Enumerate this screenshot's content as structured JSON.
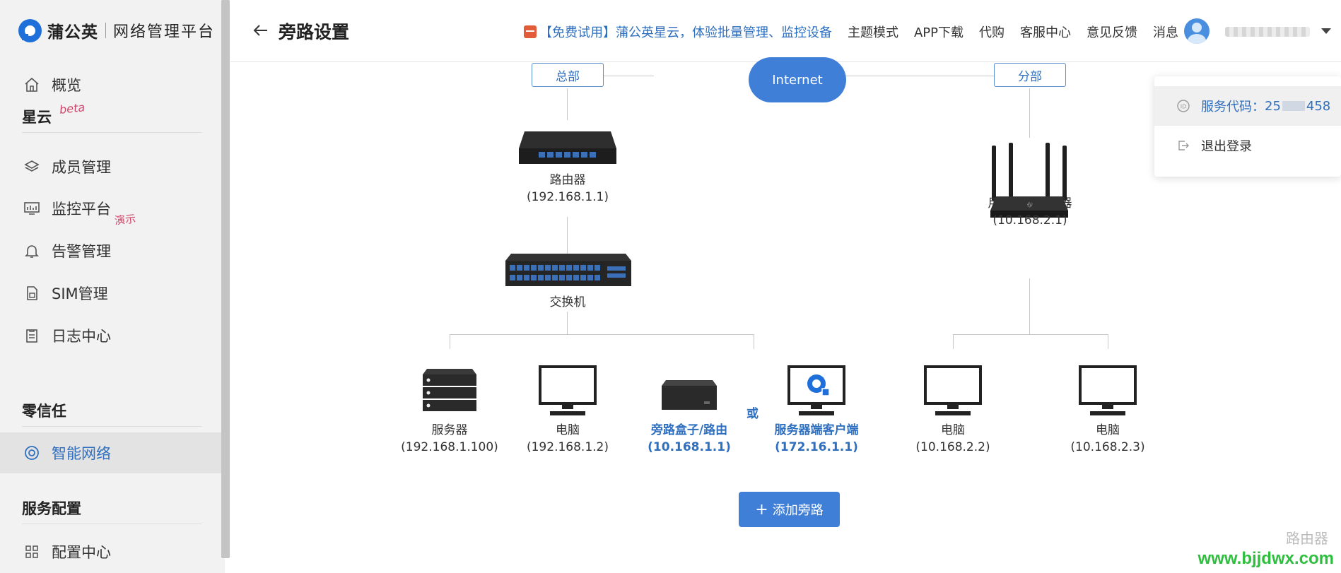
{
  "app": {
    "brand_name": "蒲公英",
    "brand_sub": "网络管理平台"
  },
  "sidebar": {
    "items": [
      {
        "label": "概览",
        "icon": "home-icon"
      },
      {
        "label": "成员管理",
        "icon": "layers-icon"
      },
      {
        "label": "监控平台",
        "icon": "monitor-icon",
        "tag": "演示"
      },
      {
        "label": "告警管理",
        "icon": "bell-icon"
      },
      {
        "label": "SIM管理",
        "icon": "sim-icon"
      },
      {
        "label": "日志中心",
        "icon": "clipboard-icon"
      },
      {
        "label": "智能网络",
        "icon": "network-icon",
        "active": true
      },
      {
        "label": "配置中心",
        "icon": "grid-icon"
      }
    ],
    "sections": [
      {
        "title": "星云",
        "tag": "beta"
      },
      {
        "title": "零信任"
      },
      {
        "title": "服务配置"
      }
    ]
  },
  "header": {
    "title": "旁路设置",
    "promo": "【免费试用】蒲公英星云，体验批量管理、监控设备",
    "links": [
      "主题模式",
      "APP下载",
      "代购",
      "客服中心",
      "意见反馈",
      "消息"
    ]
  },
  "dropdown": {
    "service_code_label": "服务代码：",
    "service_code_prefix": "25",
    "service_code_suffix": "458",
    "logout": "退出登录"
  },
  "diagram": {
    "hq_tag": "总部",
    "branch_tag": "分部",
    "internet": "Internet",
    "router": {
      "name": "路由器",
      "ip": "(192.168.1.1)"
    },
    "switch": {
      "name": "交换机"
    },
    "branch_router": {
      "name": "用于一级路由器",
      "ip": "(10.168.2.1)"
    },
    "server": {
      "name": "服务器",
      "ip": "(192.168.1.100)"
    },
    "pc1": {
      "name": "电脑",
      "ip": "(192.168.1.2)"
    },
    "bypass_box": {
      "name": "旁路盒子/路由",
      "ip": "(10.168.1.1)"
    },
    "or": "或",
    "server_client": {
      "name": "服务器端客户端",
      "ip": "(172.16.1.1)"
    },
    "pc2": {
      "name": "电脑",
      "ip": "(10.168.2.2)"
    },
    "pc3": {
      "name": "电脑",
      "ip": "(10.168.2.3)"
    },
    "add_button": "添加旁路"
  },
  "watermark": {
    "top": "路由器",
    "bottom": "www.bjjdwx.com"
  },
  "colors": {
    "accent": "#3f7fd8",
    "link_blue": "#2f6fbf",
    "beta_tag": "#d0446a"
  }
}
